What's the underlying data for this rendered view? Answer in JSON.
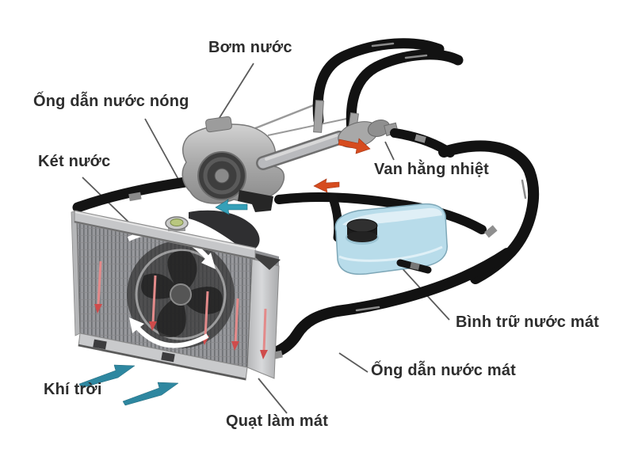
{
  "diagram": {
    "type": "engine-cooling-system-schematic",
    "language": "vi",
    "labels": [
      {
        "id": "bom-nuoc",
        "text": "Bơm nước",
        "target": "water-pump"
      },
      {
        "id": "ong-dan-nuoc-nong",
        "text": "Ống dẫn nước nóng",
        "target": "upper-radiator-hose"
      },
      {
        "id": "ket-nuoc",
        "text": "Két nước",
        "target": "radiator"
      },
      {
        "id": "van-hang-nhiet",
        "text": "Van hằng nhiệt",
        "target": "thermostat"
      },
      {
        "id": "binh-tru-nuoc-mat",
        "text": "Bình trữ nước mát",
        "target": "coolant-reservoir"
      },
      {
        "id": "ong-dan-nuoc-mat",
        "text": "Ống dẫn nước mát",
        "target": "lower-radiator-hose"
      },
      {
        "id": "khi-troi",
        "text": "Khí trời",
        "target": "air-intake-arrows"
      },
      {
        "id": "quat-lam-mat",
        "text": "Quạt làm mát",
        "target": "cooling-fan"
      }
    ],
    "flow_arrows": [
      {
        "name": "air-intake",
        "color": "#2e87a0",
        "count": 2,
        "direction": "toward-radiator"
      },
      {
        "name": "coolant-through-core",
        "color": "#cf4b4b",
        "count": 5,
        "direction": "down"
      },
      {
        "name": "hot-coolant-out",
        "color": "#d64c1f",
        "count": 2,
        "direction": "engine-to-hoses"
      },
      {
        "name": "pump-suction",
        "color": "#35a0b8",
        "count": 1,
        "direction": "into-pump"
      }
    ],
    "colors": {
      "background": "#ffffff",
      "label_text": "#2d2d2d",
      "hose_black": "#121212",
      "radiator_core": "#9a9b9e",
      "radiator_frame": "#c6c7c9",
      "reservoir_blue": "#b8dcea",
      "metal_gray": "#b0b0b0"
    }
  }
}
